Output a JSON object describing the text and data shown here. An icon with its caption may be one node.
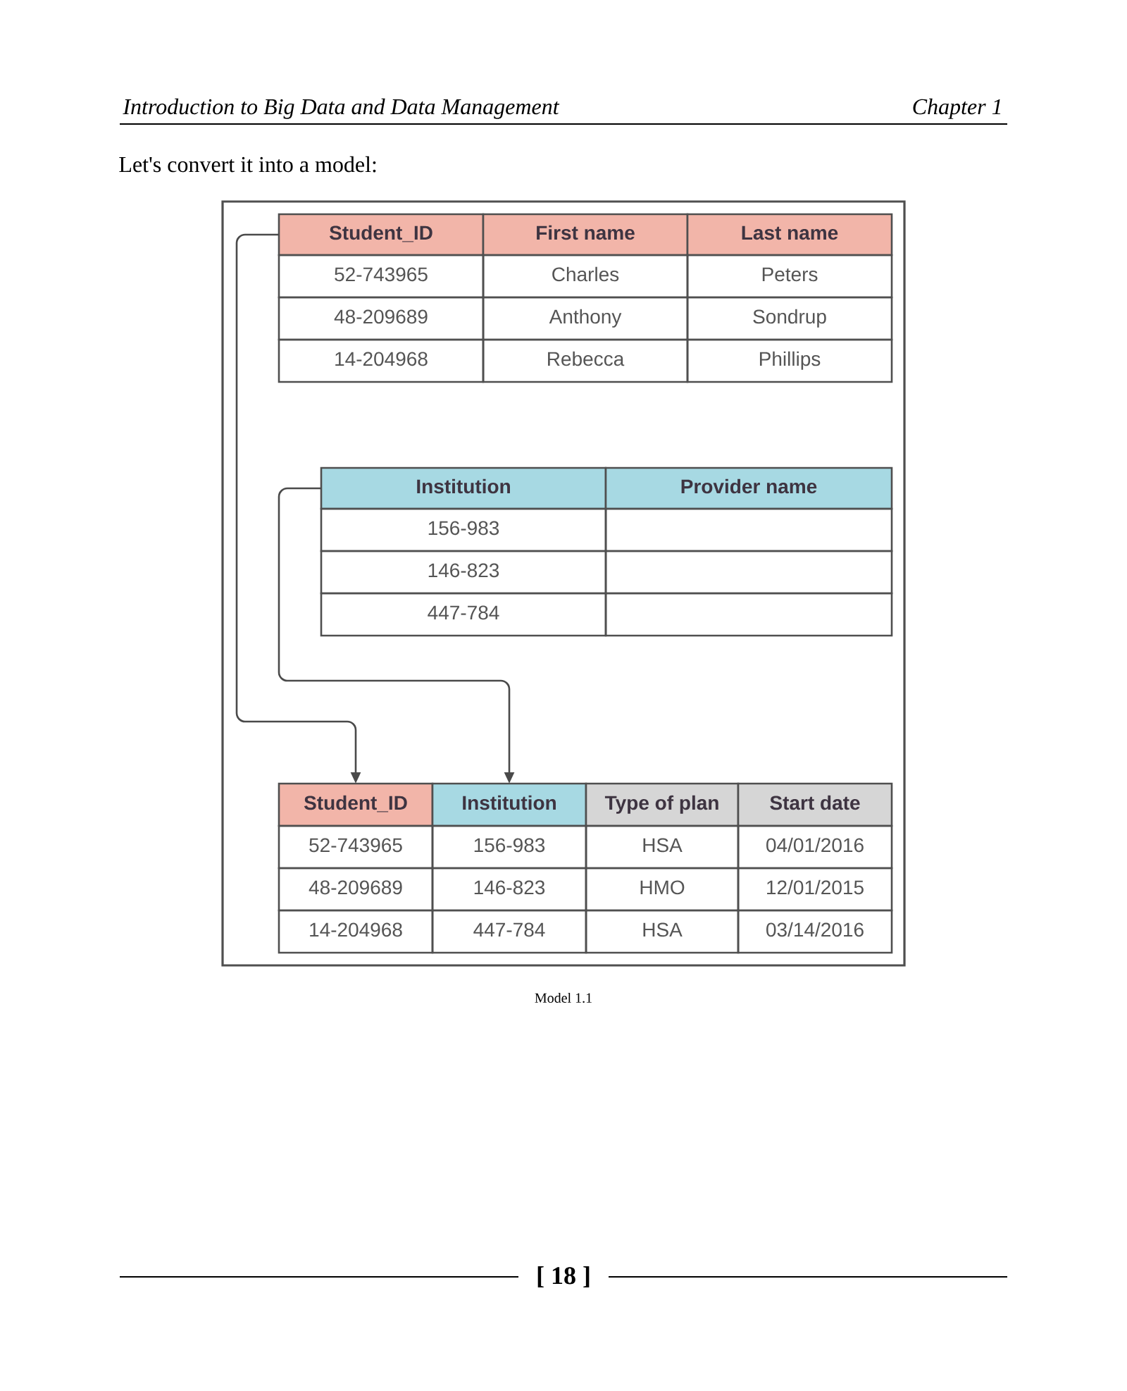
{
  "diagram": {
    "caption": "Model 1.1",
    "nodes": [
      {
        "text": [],
        "shape": "box"
      },
      {
        "text": [
          "Student_ID"
        ],
        "in": 0
      },
      {
        "text": [
          "First name"
        ],
        "in": 0
      },
      {
        "text": [
          "Last name"
        ],
        "in": 0
      },
      {
        "text": [
          "52-743965"
        ],
        "in": 0
      },
      {
        "text": [
          "Charles"
        ],
        "in": 0
      },
      {
        "text": [
          "Peters"
        ],
        "in": 0
      },
      {
        "text": [
          "48-209689"
        ],
        "in": 0
      },
      {
        "text": [
          "Anthony"
        ],
        "in": 0
      },
      {
        "text": [
          "Sondrup"
        ],
        "in": 0
      },
      {
        "text": [
          "14-204968"
        ],
        "in": 0
      },
      {
        "text": [
          "Rebecca"
        ],
        "in": 0
      },
      {
        "text": [
          "Phillips"
        ],
        "in": 0
      },
      {
        "text": [
          "Institution"
        ],
        "in": 0
      },
      {
        "text": [
          "Provider name"
        ],
        "in": 0
      },
      {
        "text": [
          "156-983"
        ],
        "in": 0
      },
      {
        "text": [],
        "shape": "box",
        "in": 0
      },
      {
        "text": [
          "146-823"
        ],
        "in": 0
      },
      {
        "text": [],
        "shape": "box",
        "in": 0
      },
      {
        "text": [
          "447-784"
        ],
        "in": 0
      },
      {
        "text": [],
        "shape": "box",
        "in": 0
      },
      {
        "text": [
          "Student_ID"
        ],
        "in": 0
      },
      {
        "text": [
          "Institution"
        ],
        "in": 0
      },
      {
        "text": [
          "Type of plan"
        ],
        "in": 0
      },
      {
        "text": [
          "Start date"
        ],
        "in": 0
      },
      {
        "text": [
          "52-743965"
        ],
        "in": 0
      },
      {
        "text": [
          "156-983"
        ],
        "in": 0
      },
      {
        "text": [
          "HSA"
        ],
        "in": 0
      },
      {
        "text": [
          "04/01/2016"
        ],
        "in": 0
      },
      {
        "text": [
          "48-209689"
        ],
        "in": 0
      },
      {
        "text": [
          "146-823"
        ],
        "in": 0
      },
      {
        "text": [
          "HMO"
        ],
        "in": 0
      },
      {
        "text": [
          "12/01/2015"
        ],
        "in": 0
      },
      {
        "text": [
          "14-204968"
        ],
        "in": 0
      },
      {
        "text": [
          "447-784"
        ],
        "in": 0
      },
      {
        "text": [
          "HSA"
        ],
        "in": 0
      },
      {
        "text": [
          "03/14/2016"
        ],
        "in": 0
      }
    ],
    "edges": [
      {
        "from": 1,
        "to": 21,
        "arrow": "to"
      },
      {
        "from": 13,
        "to": 22,
        "arrow": "to"
      }
    ],
    "labels": [
      "Introduction to Big Data and Data Management",
      "Chapter 1",
      "Let's convert it into a model:",
      "[ 18 ]"
    ]
  }
}
